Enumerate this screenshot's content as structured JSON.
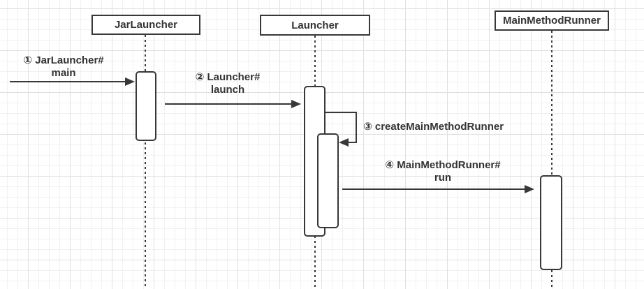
{
  "diagram": {
    "type": "uml-sequence-diagram",
    "actors": [
      {
        "label": "JarLauncher"
      },
      {
        "label": "Launcher"
      },
      {
        "label": "MainMethodRunner"
      }
    ],
    "messages": [
      {
        "order": "①",
        "label": "① JarLauncher#\nmain",
        "from": "external",
        "to": "JarLauncher"
      },
      {
        "order": "②",
        "label": "② Launcher#\nlaunch",
        "from": "JarLauncher",
        "to": "Launcher"
      },
      {
        "order": "③",
        "label": "③ createMainMethodRunner",
        "from": "Launcher",
        "to": "Launcher"
      },
      {
        "order": "④",
        "label": "④ MainMethodRunner#\nrun",
        "from": "Launcher",
        "to": "MainMethodRunner"
      }
    ]
  },
  "colors": {
    "stroke": "#383838",
    "text": "#333333",
    "background": "#ffffff",
    "grid_minor": "#f1f1f1",
    "grid_major": "#e0e0e0"
  }
}
